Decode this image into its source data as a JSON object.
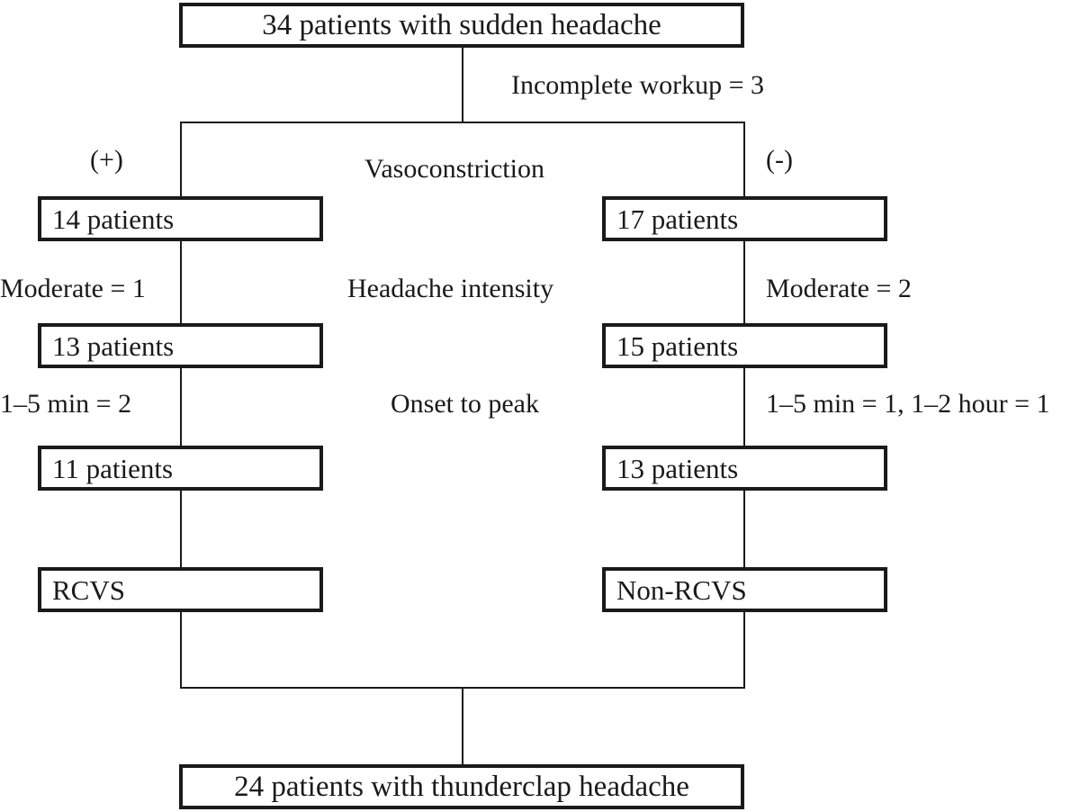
{
  "diagram": {
    "title": "Patient selection flowchart for thunderclap headache",
    "nodes": {
      "top": "34 patients with sudden headache",
      "left_1": "14 patients",
      "left_2": "13 patients",
      "left_3": "11 patients",
      "left_4": "RCVS",
      "right_1": "17 patients",
      "right_2": "15 patients",
      "right_3": "13 patients",
      "right_4": "Non-RCVS",
      "bottom": "24 patients with thunderclap headache"
    },
    "edge_labels": {
      "incomplete_workup": "Incomplete workup = 3",
      "positive_sign": "(+)",
      "negative_sign": "(-)",
      "criterion_1": "Vasoconstriction",
      "criterion_2": "Headache intensity",
      "criterion_3": "Onset to peak",
      "left_exclusion_1": "Moderate = 1",
      "left_exclusion_2": "1–5 min = 2",
      "right_exclusion_1": "Moderate = 2",
      "right_exclusion_2": "1–5 min = 1, 1–2 hour = 1"
    },
    "colors": {
      "ink": "#1a1a1a",
      "background": "#ffffff"
    }
  }
}
